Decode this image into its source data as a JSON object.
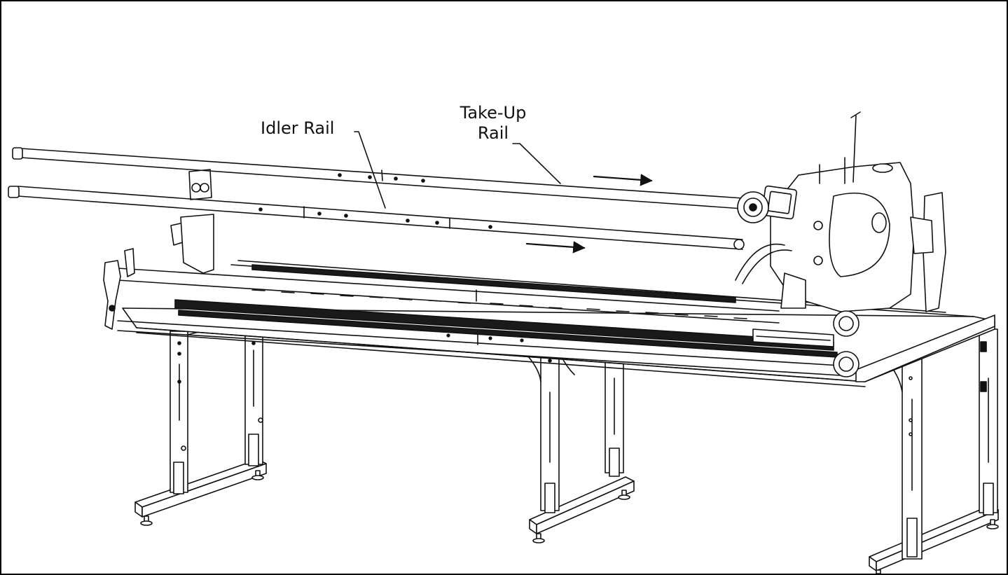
{
  "labels": {
    "idler_rail": "Idler Rail",
    "take_up_rail_line1": "Take-Up",
    "take_up_rail_line2": "Rail"
  },
  "colors": {
    "line": "#111111",
    "background": "#ffffff",
    "fabric_band": "#1a1a1a"
  }
}
